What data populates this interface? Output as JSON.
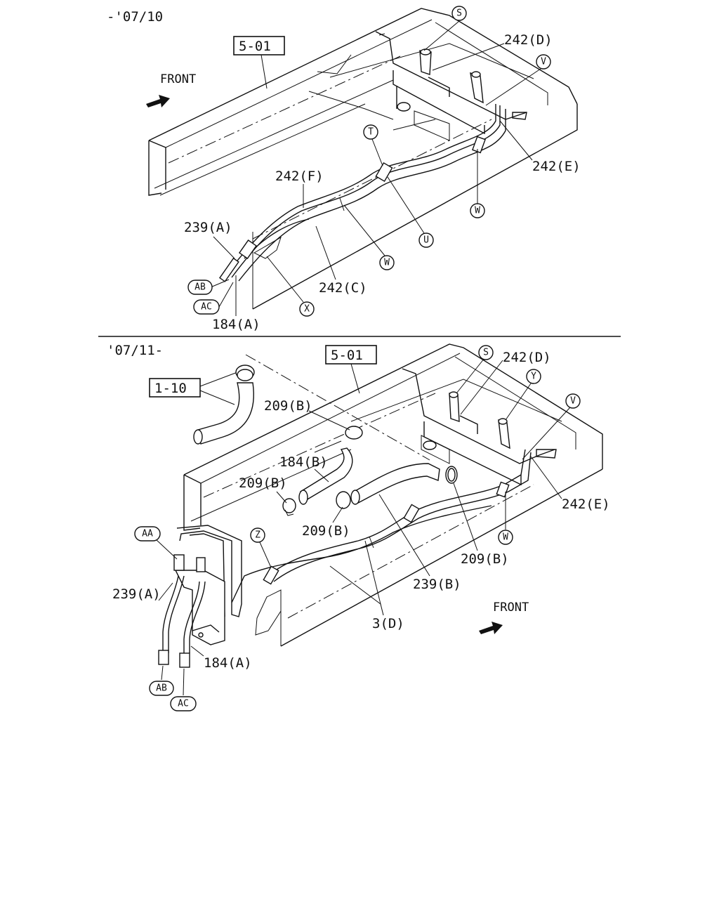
{
  "sections": [
    {
      "range": "-'07/10",
      "ref_box": "5-01",
      "front": "FRONT",
      "parts": {
        "p242d": "242(D)",
        "p242e": "242(E)",
        "p242f": "242(F)",
        "p242c": "242(C)",
        "p239a": "239(A)",
        "p184a": "184(A)"
      },
      "markers": {
        "S": "S",
        "V": "V",
        "T": "T",
        "W1": "W",
        "U": "U",
        "W2": "W",
        "X": "X",
        "AB": "AB",
        "AC": "AC"
      }
    },
    {
      "range": "'07/11-",
      "ref_box": "5-01",
      "ref_box2": "1-10",
      "front": "FRONT",
      "parts": {
        "p242d": "242(D)",
        "p242e": "242(E)",
        "p209b_1": "209(B)",
        "p184b": "184(B)",
        "p209b_2": "209(B)",
        "p209b_3": "209(B)",
        "p209b_4": "209(B)",
        "p239a": "239(A)",
        "p239b": "239(B)",
        "p3d": "3(D)",
        "p184a": "184(A)"
      },
      "markers": {
        "S": "S",
        "Y": "Y",
        "V": "V",
        "W": "W",
        "Z": "Z",
        "AA": "AA",
        "AB": "AB",
        "AC": "AC"
      }
    }
  ]
}
